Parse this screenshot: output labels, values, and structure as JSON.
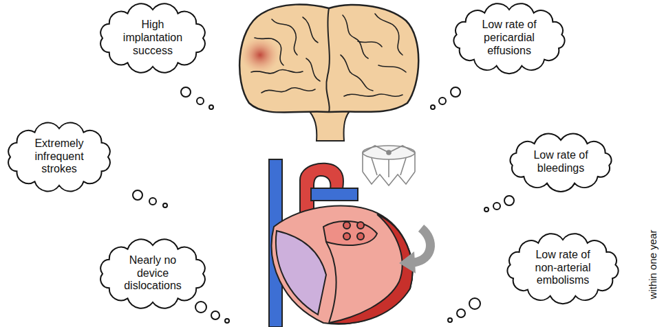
{
  "diagram": {
    "nodes": [
      {
        "text": [
          "High implantation success"
        ]
      },
      {
        "text": [
          "Low rate of pericardial effusions"
        ]
      },
      {
        "text": [
          "Extremely infrequent strokes"
        ]
      },
      {
        "text": [
          "Low rate of bleedings"
        ]
      },
      {
        "text": [
          "Nearly no device dislocations"
        ]
      },
      {
        "text": [
          "Low rate of non-arterial embolisms"
        ]
      }
    ],
    "labels": [
      "within one year"
    ]
  }
}
